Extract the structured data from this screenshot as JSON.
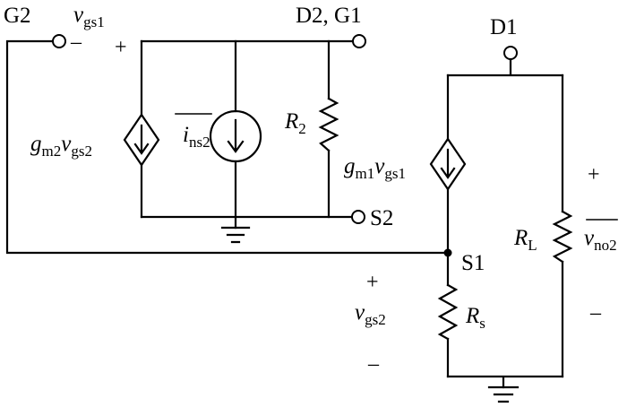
{
  "nodes": {
    "g2": "G2",
    "d2g1": "D2, G1",
    "d1": "D1",
    "s2": "S2",
    "s1": "S1"
  },
  "labels": {
    "v_gs1": {
      "sym": "v",
      "sub": "gs1"
    },
    "gm2vgs2": {
      "g": "g",
      "gsub": "m2",
      "v": "v",
      "vsub": "gs2"
    },
    "ins2": {
      "sym": "i",
      "sub": "ns2"
    },
    "r2": {
      "sym": "R",
      "sub": "2"
    },
    "gm1vgs1": {
      "g": "g",
      "gsub": "m1",
      "v": "v",
      "vsub": "gs1"
    },
    "rl": {
      "sym": "R",
      "sub": "L"
    },
    "vno2": {
      "sym": "v",
      "sub": "no2"
    },
    "vgs2": {
      "sym": "v",
      "sub": "gs2"
    },
    "rs": {
      "sym": "R",
      "sub": "s"
    }
  },
  "signs": {
    "plus": "+",
    "minus": "–"
  },
  "colors": {
    "stroke": "#000000",
    "background": "#ffffff"
  }
}
